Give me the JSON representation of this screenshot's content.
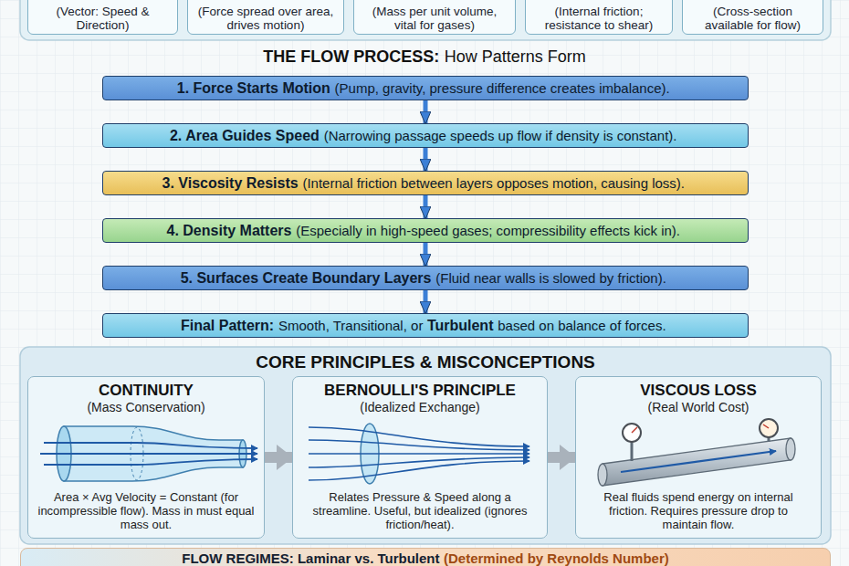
{
  "diagram": {
    "nodes": [
      {
        "text": [
          "(Vector: Speed & Direction)"
        ]
      },
      {
        "text": [
          "(Force spread over area, drives motion)"
        ]
      },
      {
        "text": [
          "(Mass per unit volume, vital for gases)"
        ]
      },
      {
        "text": [
          "(Internal friction; resistance to shear)"
        ]
      },
      {
        "text": [
          "(Cross-section available for flow)"
        ]
      },
      {
        "text": [
          "1. Force Starts Motion",
          "(Pump, gravity, pressure difference creates imbalance)."
        ]
      },
      {
        "text": [
          "2. Area Guides Speed",
          "(Narrowing passage speeds up flow if density is constant)."
        ]
      },
      {
        "text": [
          "3. Viscosity Resists",
          "(Internal friction between layers opposes motion, causing loss)."
        ]
      },
      {
        "text": [
          "4. Density Matters",
          "(Especially in high-speed gases; compressibility effects kick in)."
        ]
      },
      {
        "text": [
          "5. Surfaces Create Boundary Layers",
          "(Fluid near walls is slowed by friction)."
        ]
      },
      {
        "text": [
          "Final Pattern:",
          "Smooth, Transitional, or",
          "Turbulent",
          "based on balance of forces."
        ]
      },
      {
        "text": [
          "CORE PRINCIPLES & MISCONCEPTIONS"
        ]
      },
      {
        "text": [
          "CONTINUITY",
          "(Mass Conservation)",
          "Area × Avg Velocity = Constant (for incompressible flow). Mass in must equal mass out."
        ],
        "in": 11
      },
      {
        "text": [
          "BERNOULLI'S PRINCIPLE",
          "(Idealized Exchange)",
          "Relates Pressure & Speed along a streamline. Useful, but idealized (ignores friction/heat)."
        ],
        "in": 11
      },
      {
        "text": [
          "VISCOUS LOSS",
          "(Real World Cost)",
          "Real fluids spend energy on internal friction. Requires pressure drop to maintain flow."
        ],
        "in": 11
      },
      {
        "text": [
          "FLOW REGIMES: Laminar vs. Turbulent",
          "(Determined by Reynolds Number)"
        ]
      }
    ],
    "edges": [
      {
        "from": 5,
        "to": 6,
        "arrow": "to"
      },
      {
        "from": 6,
        "to": 7,
        "arrow": "to"
      },
      {
        "from": 7,
        "to": 8,
        "arrow": "to"
      },
      {
        "from": 8,
        "to": 9,
        "arrow": "to"
      },
      {
        "from": 9,
        "to": 10,
        "arrow": "to"
      },
      {
        "from": 12,
        "to": 13,
        "arrow": "to"
      },
      {
        "from": 13,
        "to": 14,
        "arrow": "to"
      }
    ],
    "labels": [
      "THE FLOW PROCESS:",
      "How Patterns Form"
    ]
  }
}
